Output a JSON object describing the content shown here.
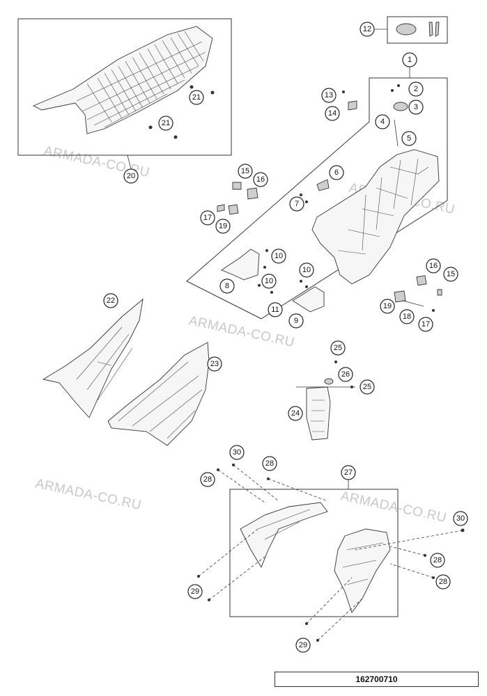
{
  "watermark": "ARMADA-CO.RU",
  "drawing_number": "162700710",
  "callouts": {
    "c1": "1",
    "c2": "2",
    "c3": "3",
    "c4": "4",
    "c5": "5",
    "c6": "6",
    "c7": "7",
    "c8": "8",
    "c9": "9",
    "c10a": "10",
    "c10b": "10",
    "c10c": "10",
    "c11": "11",
    "c12": "12",
    "c13": "13",
    "c14": "14",
    "c15a": "15",
    "c15b": "15",
    "c16a": "16",
    "c16b": "16",
    "c17a": "17",
    "c17b": "17",
    "c18": "18",
    "c19a": "19",
    "c19b": "19",
    "c20": "20",
    "c21a": "21",
    "c21b": "21",
    "c22": "22",
    "c23": "23",
    "c24": "24",
    "c25a": "25",
    "c25b": "25",
    "c26": "26",
    "c27": "27",
    "c28a": "28",
    "c28b": "28",
    "c28c": "28",
    "c28d": "28",
    "c29a": "29",
    "c29b": "29",
    "c30a": "30",
    "c30b": "30"
  }
}
